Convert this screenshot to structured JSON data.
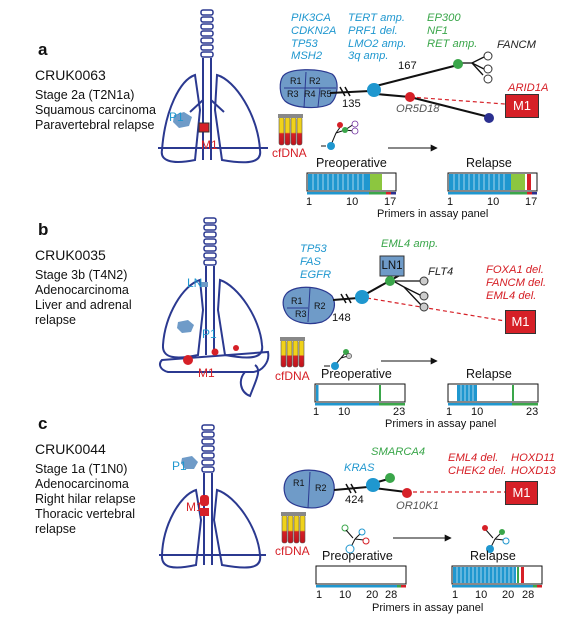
{
  "panels": [
    {
      "letter": "a",
      "patient": "CRUK0063",
      "info": [
        "Stage 2a (T2N1a)",
        "Squamous carcinoma",
        "Paravertebral relapse"
      ],
      "site_labels": {
        "primary": "P1",
        "met": "M1"
      },
      "region_labels": [
        "R1",
        "R2",
        "R3",
        "R4",
        "R5"
      ],
      "trunk_genes": [
        "PIK3CA",
        "CDKN2A",
        "TP53",
        "MSH2"
      ],
      "branch_genes": [
        "TERT amp.",
        "PRF1 del.",
        "LMO2 amp.",
        "3q amp."
      ],
      "green_genes": [
        "EP300",
        "NF1",
        "RET amp."
      ],
      "black_genes": [
        "FANCM"
      ],
      "red_genes": [
        "ARID1A"
      ],
      "grey_genes": [
        "OR5D18"
      ],
      "branch_counts": [
        "135",
        "167"
      ],
      "met_label": "M1",
      "cfdna": "cfDNA",
      "preop": "Preoperative",
      "relapse": "Relapse",
      "axis_ticks": [
        "1",
        "10",
        "17"
      ],
      "axis_label": "Primers in assay panel"
    },
    {
      "letter": "b",
      "patient": "CRUK0035",
      "info": [
        "Stage 3b (T4N2)",
        "Adenocarcinoma",
        "Liver and adrenal",
        "relapse"
      ],
      "site_labels": {
        "primary": "P1",
        "met": "M1",
        "node": "LN"
      },
      "region_labels": [
        "R1",
        "R2",
        "R3"
      ],
      "trunk_genes": [
        "TP53",
        "FAS",
        "EGFR"
      ],
      "green_genes": [
        "EML4 amp."
      ],
      "black_genes": [
        "FLT4"
      ],
      "red_genes": [
        "FOXA1 del.",
        "FANCM del.",
        "EML4 del."
      ],
      "branch_counts": [
        "148"
      ],
      "node_box": "LN1",
      "met_label": "M1",
      "cfdna": "cfDNA",
      "preop": "Preoperative",
      "relapse": "Relapse",
      "axis_ticks": [
        "1",
        "10",
        "23"
      ],
      "axis_label": "Primers in assay panel"
    },
    {
      "letter": "c",
      "patient": "CRUK0044",
      "info": [
        "Stage 1a (T1N0)",
        "Adenocarcinoma",
        "Right hilar relapse",
        "Thoracic vertebral",
        "relapse"
      ],
      "site_labels": {
        "primary": "P1",
        "met": "M1"
      },
      "region_labels": [
        "R1",
        "R2"
      ],
      "trunk_genes": [
        "KRAS"
      ],
      "green_genes": [
        "SMARCA4"
      ],
      "red_genes_left": [
        "EML4 del.",
        "CHEK2 del."
      ],
      "red_genes_right": [
        "HOXD11",
        "HOXD13"
      ],
      "grey_genes": [
        "OR10K1"
      ],
      "branch_counts": [
        "424"
      ],
      "met_label": "M1",
      "cfdna": "cfDNA",
      "preop": "Preoperative",
      "relapse": "Relapse",
      "axis_ticks": [
        "1",
        "10",
        "20",
        "28"
      ],
      "axis_label": "Primers in assay panel"
    }
  ],
  "colors": {
    "blue": "#1f97cf",
    "green": "#3aa64a",
    "red": "#d62027",
    "lung_outline": "#2b3990",
    "tumour": "#6f9bc8"
  }
}
